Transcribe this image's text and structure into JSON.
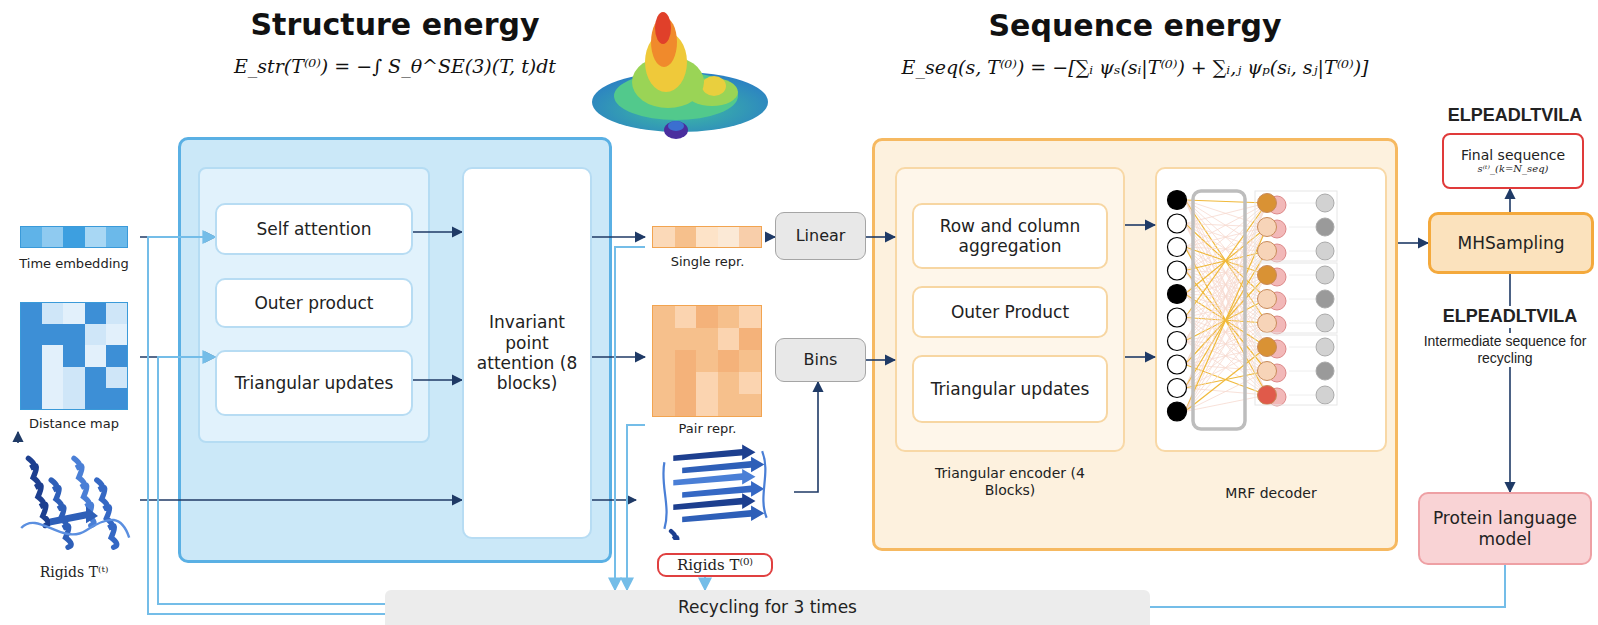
{
  "diagram": {
    "nodes": [
      {
        "text": [
          "Time embedding"
        ]
      },
      {
        "text": [
          "Distance map"
        ]
      },
      {
        "text": [
          "Rigids T⁽ᵗ⁾"
        ]
      },
      {
        "text": [
          "Structure energy",
          "E_str(T⁽⁰⁾) = −∫ S_θ^SE(3)(T, t)dt"
        ]
      },
      {
        "text": [
          "Self attention"
        ],
        "in": 3
      },
      {
        "text": [
          "Outer product"
        ],
        "in": 3
      },
      {
        "text": [
          "Triangular updates"
        ],
        "in": 3
      },
      {
        "text": [
          "Invariant point attention (8 blocks)"
        ],
        "in": 3
      },
      {
        "text": [
          "Single repr."
        ]
      },
      {
        "text": [
          "Pair repr."
        ]
      },
      {
        "text": [
          "Rigids T⁽⁰⁾"
        ]
      },
      {
        "text": [
          "Linear"
        ]
      },
      {
        "text": [
          "Bins"
        ]
      },
      {
        "text": [
          "Sequence energy",
          "E_seq(s, T⁽⁰⁾) = −[∑ᵢ ψₛ(sᵢ|T⁽⁰⁾) + ∑ᵢ,ⱼ ψₚ(sᵢ, sⱼ|T⁽⁰⁾)]"
        ]
      },
      {
        "text": [
          "Triangular encoder (4 Blocks)"
        ],
        "in": 13
      },
      {
        "text": [
          "Row and column aggregation"
        ],
        "in": 14
      },
      {
        "text": [
          "Outer Product"
        ],
        "in": 14
      },
      {
        "text": [
          "Triangular updates"
        ],
        "in": 14
      },
      {
        "text": [
          "MRF decoder"
        ],
        "in": 13
      },
      {
        "text": [
          "ELPEADLTVILA",
          "Final sequence",
          "s⁽ᵗ⁾_(k=N_seq)"
        ]
      },
      {
        "text": [
          "MHSampling"
        ]
      },
      {
        "text": [
          "Protein language model"
        ]
      },
      {
        "text": [
          "Recycling for 3 times"
        ]
      }
    ],
    "edges": [
      {
        "from": 0,
        "to": 4,
        "arrow": "to"
      },
      {
        "from": 1,
        "to": 6,
        "arrow": "to"
      },
      {
        "from": 2,
        "to": 7,
        "arrow": "to"
      },
      {
        "from": 2,
        "to": 1,
        "arrow": "to"
      },
      {
        "from": 4,
        "to": 7,
        "arrow": "to"
      },
      {
        "from": 6,
        "to": 7,
        "arrow": "to"
      },
      {
        "from": 7,
        "to": 8,
        "arrow": "to"
      },
      {
        "from": 7,
        "to": 9,
        "arrow": "to"
      },
      {
        "from": 7,
        "to": 10,
        "arrow": "to"
      },
      {
        "from": 8,
        "to": 11,
        "arrow": "to"
      },
      {
        "from": 11,
        "to": 14,
        "arrow": "to"
      },
      {
        "from": 12,
        "to": 14,
        "arrow": "to"
      },
      {
        "from": 10,
        "to": 12,
        "arrow": "to"
      },
      {
        "from": 14,
        "to": 18,
        "arrow": "to"
      },
      {
        "from": 14,
        "to": 18,
        "arrow": "to"
      },
      {
        "from": 13,
        "to": 20,
        "arrow": "to"
      },
      {
        "from": 20,
        "to": 19,
        "arrow": "to"
      },
      {
        "from": 20,
        "to": 21,
        "arrow": "to"
      },
      {
        "from": 8,
        "to": 22,
        "arrow": "to"
      },
      {
        "from": 9,
        "to": 22,
        "arrow": "to"
      },
      {
        "from": 10,
        "to": 22,
        "arrow": "to"
      },
      {
        "from": 21,
        "to": 22,
        "arrow": "none"
      },
      {
        "from": 22,
        "to": 4,
        "arrow": "to"
      },
      {
        "from": 22,
        "to": 6,
        "arrow": "to"
      }
    ],
    "labels": [
      "ELPEADLTVILA",
      "Intermediate sequence for recycling"
    ]
  }
}
